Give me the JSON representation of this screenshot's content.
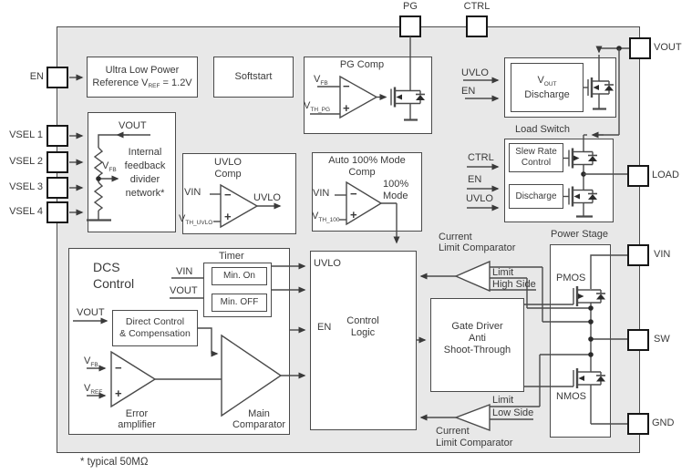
{
  "colors": {
    "chip_fill": "#e8e8e8",
    "box_fill": "#ffffff",
    "line": "#4a4a4a",
    "text": "#3a3a3a"
  },
  "footnote": "* typical 50MΩ",
  "pins": {
    "pg": "PG",
    "ctrl": "CTRL",
    "en": "EN",
    "vsel1": "VSEL 1",
    "vsel2": "VSEL 2",
    "vsel3": "VSEL 3",
    "vsel4": "VSEL 4",
    "vout": "VOUT",
    "load": "LOAD",
    "vin": "VIN",
    "sw": "SW",
    "gnd": "GND"
  },
  "blocks": {
    "reference": {
      "line1": "Ultra Low Power",
      "line2a": "Reference V",
      "line2_sub": "REF",
      "line2b": " = 1.2V"
    },
    "softstart": {
      "label": "Softstart"
    },
    "pg_comp": {
      "title": "PG Comp",
      "vfb": "V",
      "vfb_sub": "FB",
      "vth": "V",
      "vth_sub": "TH_PG",
      "minus": "−",
      "plus": "+"
    },
    "vout_discharge": {
      "v": "V",
      "v_sub": "OUT",
      "name": "Discharge",
      "in1": "UVLO",
      "in2": "EN"
    },
    "load_switch": {
      "title": "Load Switch",
      "slew1": "Slew Rate",
      "slew2": "Control",
      "discharge": "Discharge",
      "in1": "CTRL",
      "in2": "EN",
      "in3": "UVLO"
    },
    "feedback": {
      "vout": "VOUT",
      "vfb": "V",
      "vfb_sub": "FB",
      "l1": "Internal",
      "l2": "feedback",
      "l3": "divider",
      "l4": "network*"
    },
    "uvlo_comp": {
      "t1": "UVLO",
      "t2": "Comp",
      "in1": "VIN",
      "vth": "V",
      "vth_sub": "TH_UVLO",
      "out": "UVLO",
      "minus": "−",
      "plus": "+"
    },
    "auto_mode": {
      "t1": "Auto 100% Mode",
      "t2": "Comp",
      "in1": "VIN",
      "vth": "V",
      "vth_sub": "TH_100",
      "out1": "100%",
      "out2": "Mode",
      "minus": "−",
      "plus": "+"
    },
    "dcs": {
      "t1": "DCS",
      "t2": "Control",
      "timer": "Timer",
      "vin": "VIN",
      "vout": "VOUT",
      "min_on": "Min. On",
      "min_off": "Min. OFF",
      "vout_in": "VOUT",
      "dc1": "Direct Control",
      "dc2": "& Compensation",
      "vfb": "V",
      "vfb_sub": "FB",
      "vref": "V",
      "vref_sub": "REF",
      "minus": "−",
      "plus": "+",
      "ea1": "Error",
      "ea2": "amplifier",
      "mc1": "Main",
      "mc2": "Comparator"
    },
    "control_logic": {
      "in1": "UVLO",
      "in2": "EN",
      "t1": "Control",
      "t2": "Logic"
    },
    "gate_driver": {
      "l1": "Gate Driver",
      "l2": "Anti",
      "l3": "Shoot-Through"
    },
    "clc_top": {
      "l1": "Current",
      "l2": "Limit Comparator",
      "s1": "Limit",
      "s2": "High Side"
    },
    "clc_bottom": {
      "l1": "Current",
      "l2": "Limit Comparator",
      "s1": "Limit",
      "s2": "Low Side"
    },
    "power_stage": {
      "title": "Power Stage",
      "pmos": "PMOS",
      "nmos": "NMOS"
    }
  }
}
